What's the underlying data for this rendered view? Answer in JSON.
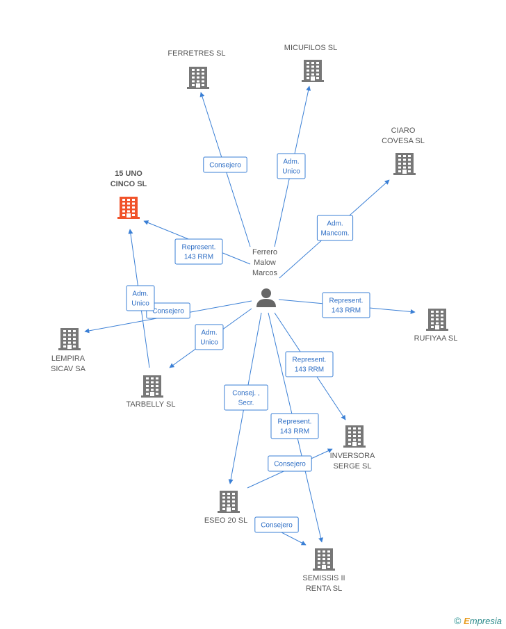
{
  "colors": {
    "edge": "#3a7fd5",
    "building": "#777777",
    "building_highlight": "#f0532a",
    "person": "#666666"
  },
  "center": {
    "id": "ferrero",
    "label_lines": [
      "Ferrero",
      "Malow",
      "Marcos"
    ],
    "icon": "person-icon"
  },
  "nodes": [
    {
      "id": "ferretres",
      "label_lines": [
        "FERRETRES SL"
      ],
      "icon": "building-icon"
    },
    {
      "id": "micufilos",
      "label_lines": [
        "MICUFILOS  SL"
      ],
      "icon": "building-icon"
    },
    {
      "id": "ciaro",
      "label_lines": [
        "CIARO",
        "COVESA SL"
      ],
      "icon": "building-icon"
    },
    {
      "id": "uno",
      "label_lines": [
        "15 UNO",
        "CINCO SL"
      ],
      "icon": "building-icon",
      "highlight": true
    },
    {
      "id": "rufiyaa",
      "label_lines": [
        "RUFIYAA SL"
      ],
      "icon": "building-icon"
    },
    {
      "id": "lempira",
      "label_lines": [
        "LEMPIRA",
        "SICAV SA"
      ],
      "icon": "building-icon"
    },
    {
      "id": "tarbelly",
      "label_lines": [
        "TARBELLY SL"
      ],
      "icon": "building-icon"
    },
    {
      "id": "inversora",
      "label_lines": [
        "INVERSORA",
        "SERGE SL"
      ],
      "icon": "building-icon"
    },
    {
      "id": "eseo",
      "label_lines": [
        "ESEO 20 SL"
      ],
      "icon": "building-icon"
    },
    {
      "id": "semissis",
      "label_lines": [
        "SEMISSIS II",
        "RENTA  SL"
      ],
      "icon": "building-icon"
    }
  ],
  "edges": [
    {
      "from": "ferrero",
      "to": "ferretres",
      "label_lines": [
        "Consejero"
      ]
    },
    {
      "from": "ferrero",
      "to": "micufilos",
      "label_lines": [
        "Adm.",
        "Unico"
      ]
    },
    {
      "from": "ferrero",
      "to": "ciaro",
      "label_lines": [
        "Adm.",
        "Mancom."
      ]
    },
    {
      "from": "ferrero",
      "to": "uno",
      "label_lines": [
        "Represent.",
        "143 RRM"
      ]
    },
    {
      "from": "ferrero",
      "to": "rufiyaa",
      "label_lines": [
        "Represent.",
        "143 RRM"
      ]
    },
    {
      "from": "ferrero",
      "to": "lempira",
      "label_lines": [
        "Consejero"
      ]
    },
    {
      "from": "tarbelly",
      "to": "uno",
      "label_lines": [
        "Adm.",
        "Unico"
      ]
    },
    {
      "from": "ferrero",
      "to": "tarbelly",
      "label_lines": [
        "Adm.",
        "Unico"
      ]
    },
    {
      "from": "ferrero",
      "to": "inversora",
      "label_lines": [
        "Represent.",
        "143 RRM"
      ]
    },
    {
      "from": "ferrero",
      "to": "eseo",
      "label_lines": [
        "Consej. ,",
        "Secr."
      ]
    },
    {
      "from": "ferrero",
      "to": "semissis",
      "label_lines": [
        "Represent.",
        "143 RRM"
      ]
    },
    {
      "from": "eseo",
      "to": "inversora",
      "label_lines": [
        "Consejero"
      ]
    },
    {
      "from": "eseo",
      "to": "semissis",
      "label_lines": [
        "Consejero"
      ]
    }
  ],
  "footer": {
    "copyright_symbol": "©",
    "brand_first": "E",
    "brand_rest": "mpresia"
  }
}
